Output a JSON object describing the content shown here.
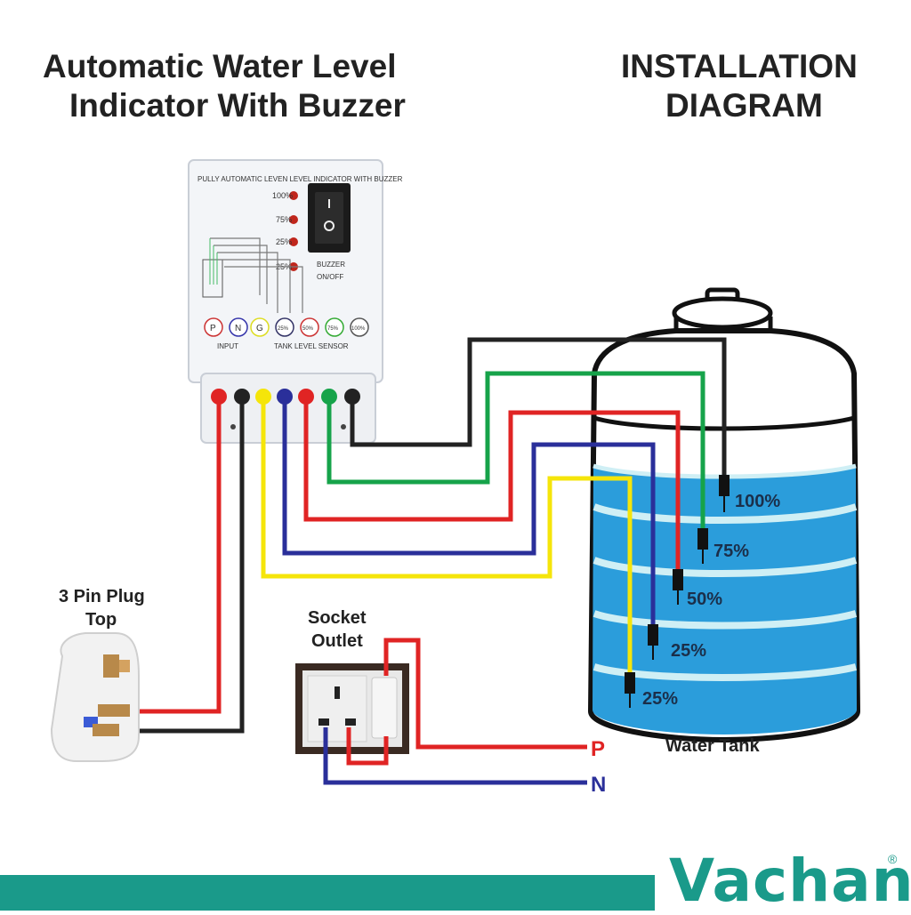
{
  "header": {
    "title_line1": "Automatic Water Level",
    "title_line2": "Indicator With Buzzer",
    "diagram_title_line1": "INSTALLATION",
    "diagram_title_line2": "DIAGRAM"
  },
  "device": {
    "top_text": "PULLY AUTOMATIC LEVEN LEVEL INDICATOR WITH BUZZER",
    "led_labels": [
      "100%",
      "75%",
      "25%",
      "25%"
    ],
    "switch_text_1": "BUZZER",
    "switch_text_2": "ON/OFF",
    "terminals": [
      "P",
      "N",
      "G",
      "25%",
      "50%",
      "75%",
      "100%"
    ],
    "input_label": "INPUT",
    "sensor_label": "TANK LEVEL SENSOR"
  },
  "labels": {
    "plug": "3 Pin Plug",
    "plug2": "Top",
    "socket": "Socket",
    "socket2": "Outlet",
    "phase": "P",
    "neutral": "N",
    "tank": "Water Tank"
  },
  "tank_levels": [
    "100%",
    "75%",
    "50%",
    "25%",
    "25%"
  ],
  "brand": {
    "name": "Vachan",
    "mark": "®"
  },
  "colors": {
    "red": "#e02424",
    "black": "#222222",
    "yellow": "#f5e50a",
    "blue": "#2a2f9a",
    "green": "#16a34a",
    "water": "#2b9ddb",
    "brand": "#1a9a8a"
  }
}
